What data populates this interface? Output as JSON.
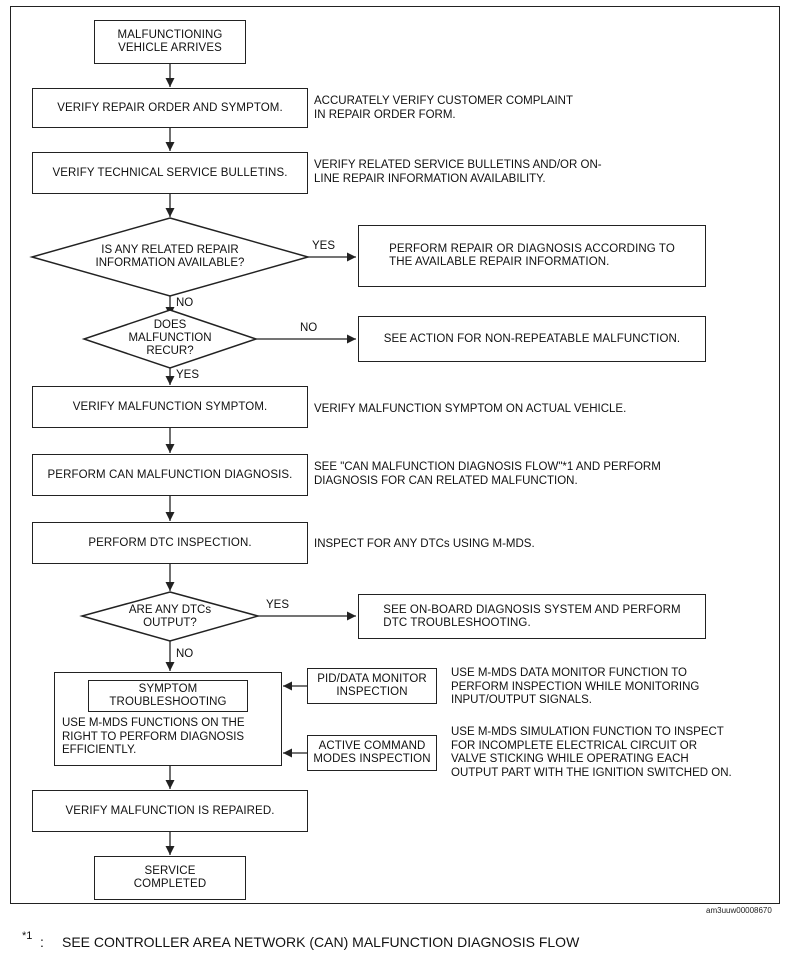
{
  "nodes": {
    "start": "MALFUNCTIONING\nVEHICLE ARRIVES",
    "verify_repair": "VERIFY REPAIR ORDER AND SYMPTOM.",
    "verify_tsb": "VERIFY TECHNICAL SERVICE BULLETINS.",
    "decision_info": "IS ANY RELATED REPAIR\nINFORMATION AVAILABLE?",
    "perform_repair": "PERFORM REPAIR OR DIAGNOSIS ACCORDING TO\nTHE AVAILABLE REPAIR INFORMATION.",
    "decision_recur": "DOES\nMALFUNCTION\nRECUR?",
    "non_repeatable": "SEE ACTION FOR NON-REPEATABLE MALFUNCTION.",
    "verify_symptom": "VERIFY MALFUNCTION SYMPTOM.",
    "can_diag": "PERFORM CAN MALFUNCTION DIAGNOSIS.",
    "dtc_inspection": "PERFORM DTC INSPECTION.",
    "decision_dtc": "ARE ANY DTCs\nOUTPUT?",
    "onboard": "SEE ON-BOARD DIAGNOSIS SYSTEM AND PERFORM\nDTC TROUBLESHOOTING.",
    "symptom_ts": "SYMPTOM\nTROUBLESHOOTING",
    "symptom_ts_desc": "USE M-MDS FUNCTIONS ON THE\nRIGHT TO PERFORM DIAGNOSIS\nEFFICIENTLY.",
    "pid": "PID/DATA MONITOR\nINSPECTION",
    "active": "ACTIVE COMMAND\nMODES INSPECTION",
    "verify_repaired": "VERIFY MALFUNCTION IS REPAIRED.",
    "end": "SERVICE\nCOMPLETED"
  },
  "notes": {
    "verify_repair": "ACCURATELY VERIFY CUSTOMER COMPLAINT\nIN REPAIR ORDER FORM.",
    "verify_tsb": "VERIFY RELATED SERVICE BULLETINS AND/OR ON-\nLINE REPAIR INFORMATION AVAILABILITY.",
    "verify_symptom": "VERIFY MALFUNCTION SYMPTOM ON ACTUAL VEHICLE.",
    "can_diag": "SEE \"CAN MALFUNCTION DIAGNOSIS FLOW\"*1 AND PERFORM\nDIAGNOSIS FOR CAN RELATED MALFUNCTION.",
    "dtc_inspection": "INSPECT FOR ANY DTCs USING M-MDS.",
    "pid": "USE M-MDS DATA MONITOR FUNCTION TO\nPERFORM INSPECTION WHILE MONITORING\nINPUT/OUTPUT SIGNALS.",
    "active": "USE M-MDS SIMULATION FUNCTION TO INSPECT\nFOR INCOMPLETE ELECTRICAL CIRCUIT OR\nVALVE STICKING WHILE OPERATING EACH\nOUTPUT PART WITH THE IGNITION SWITCHED ON."
  },
  "edges": {
    "yes1": "YES",
    "no1": "NO",
    "no2": "NO",
    "yes2": "YES",
    "yes3": "YES",
    "no3": "NO"
  },
  "image_code": "am3uuw00008670",
  "footnote": {
    "mark": "*1",
    "colon": ":",
    "text": "SEE CONTROLLER AREA NETWORK (CAN) MALFUNCTION DIAGNOSIS FLOW"
  }
}
